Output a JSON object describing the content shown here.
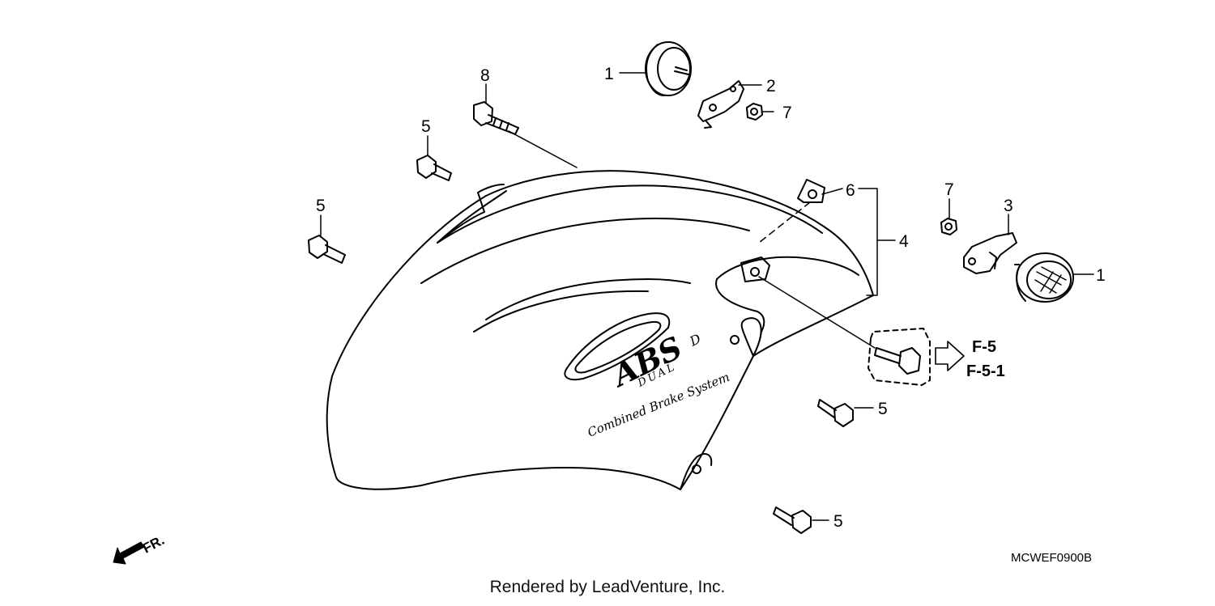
{
  "diagram": {
    "callouts": {
      "grommet_top": "1",
      "grommet_right": "1",
      "bracket_left": "2",
      "bracket_right": "3",
      "assembly": "4",
      "screw_upper_left": "5",
      "screw_left": "5",
      "screw_lower_mid": "5",
      "screw_bottom": "5",
      "clip": "6",
      "nut_left": "7",
      "nut_right": "7",
      "bolt": "8"
    },
    "references": [
      "F-5",
      "F-5-1"
    ],
    "diagram_code": "MCWEF0900B",
    "direction_label": "FR.",
    "decal": {
      "brand": "ABS",
      "suffix": "D",
      "sub": "DUAL",
      "tagline": "Combined Brake System"
    }
  },
  "credit": "Rendered by LeadVenture, Inc."
}
